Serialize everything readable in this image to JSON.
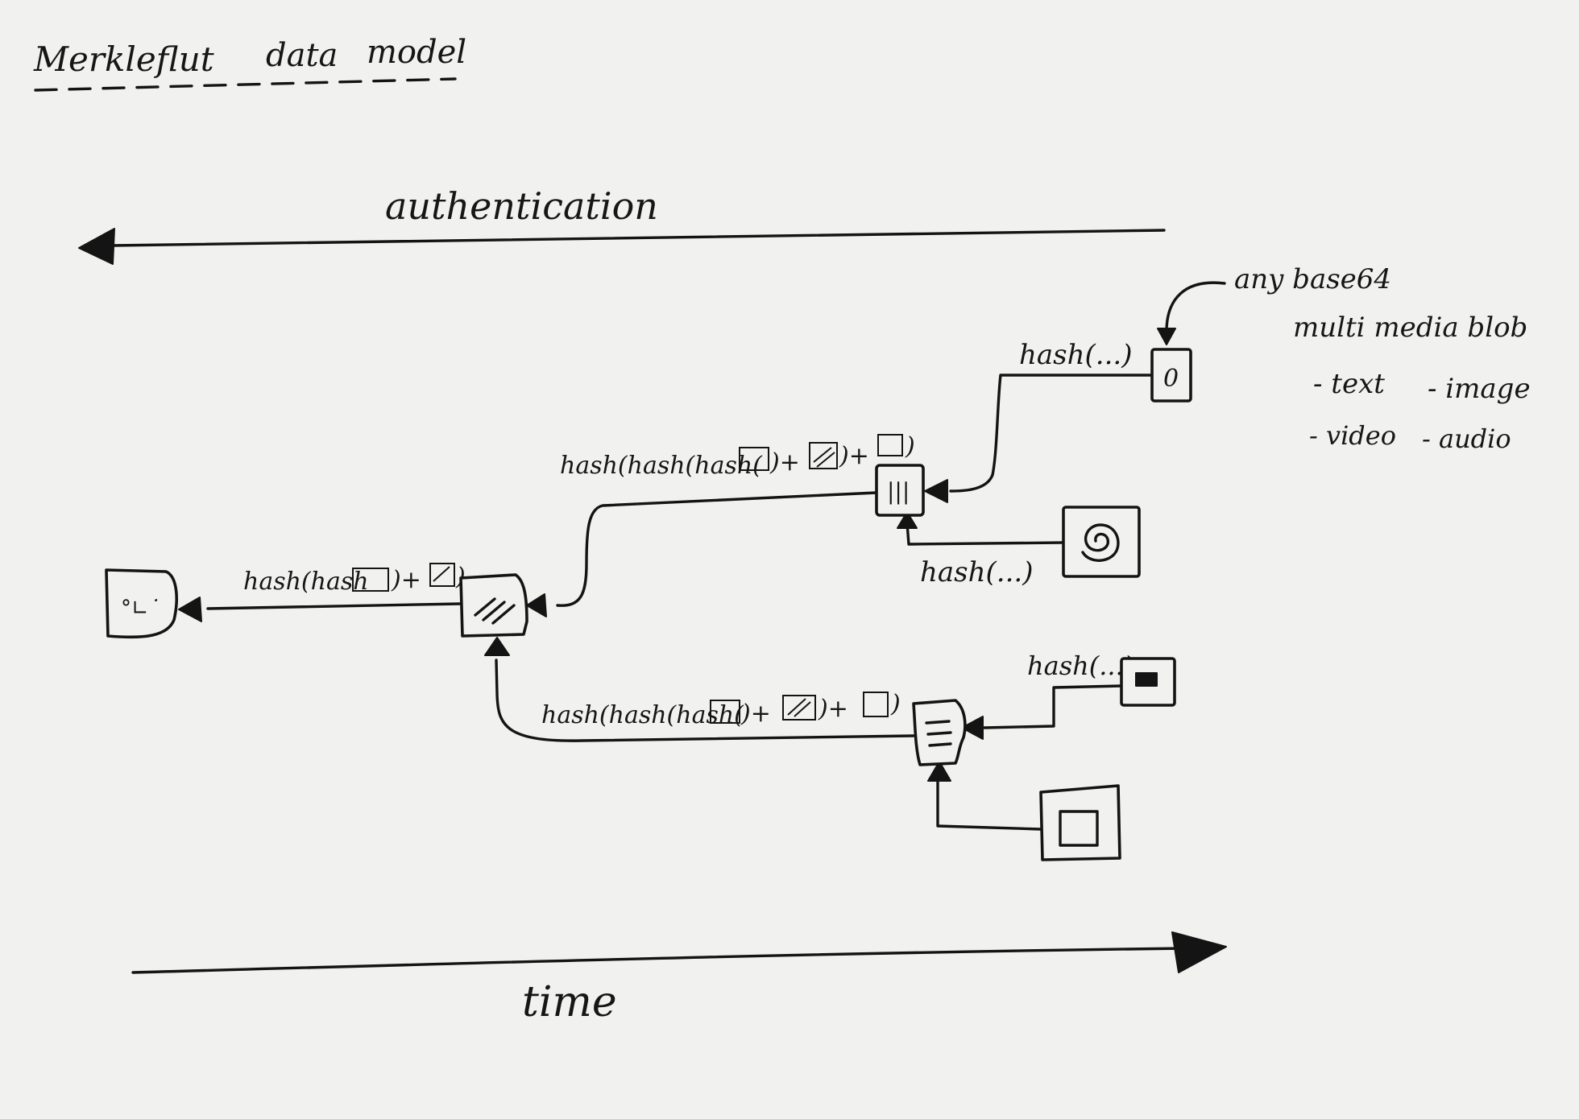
{
  "title": {
    "word1": "Merkleflut",
    "word2": "data",
    "word3": "model"
  },
  "axes": {
    "top_label": "authentication",
    "bottom_label": "time"
  },
  "blob_note": {
    "line1": "any base64",
    "line2": "multi media blob",
    "item_text": "- text",
    "item_image": "- image",
    "item_video": "- video",
    "item_audio": "- audio"
  },
  "edge_labels": {
    "blob_top": "hash(...)",
    "upper_node": "hash(hash(hash(",
    "upper_node_tail_1": ")+",
    "upper_node_tail_2": ")+",
    "upper_node_close": ")",
    "swirl_blob": "hash(...)",
    "middle_node": "hash(hash",
    "middle_node_tail": ")+",
    "middle_node_close": ")",
    "dark_blob": "hash(...)",
    "lower_node": "hash(hash(hash(",
    "lower_node_tail_1": ")+",
    "lower_node_tail_2": ")+",
    "lower_node_close": ")"
  },
  "node_glyphs": {
    "text_blob": "0",
    "upper_node": "|||",
    "root_node": "°∟˙"
  },
  "colors": {
    "ink": "#141414",
    "paper": "#f1f1ef"
  }
}
